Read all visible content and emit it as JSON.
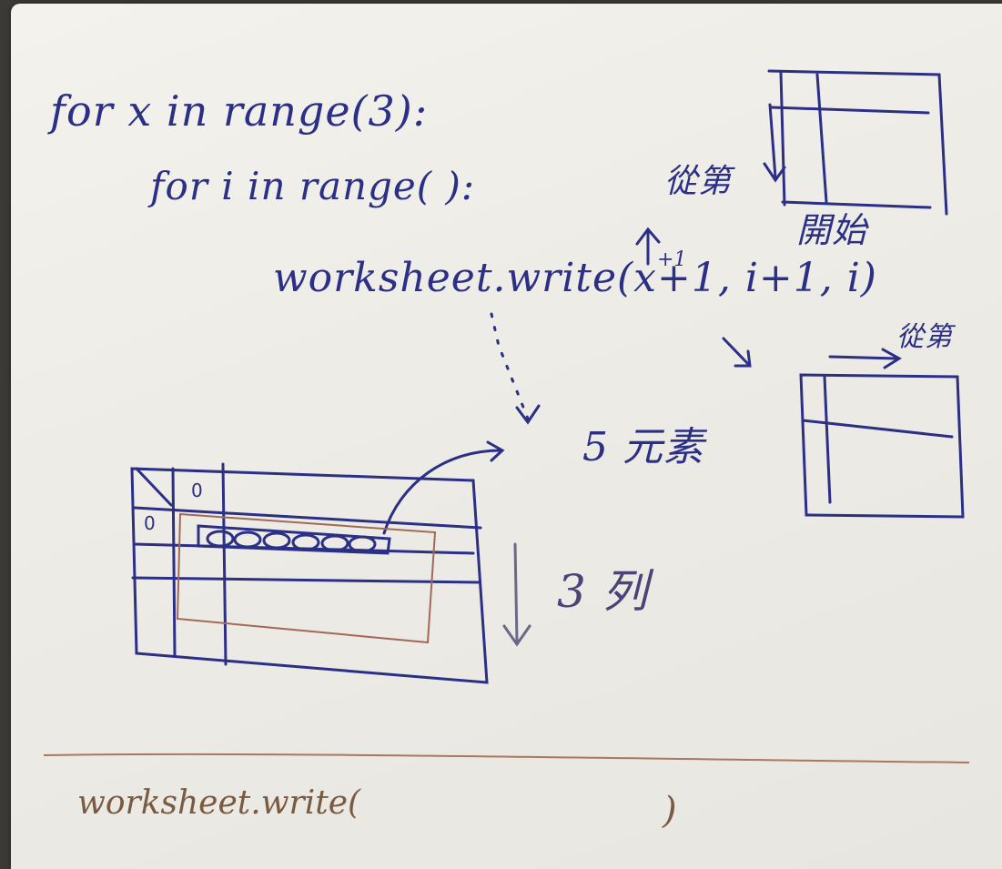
{
  "code": {
    "line1": "for x in range(3):",
    "line2": "for i in range(   ):",
    "line3": "worksheet.write(x+1, i+1, i)"
  },
  "annotations": {
    "superscript": "+1",
    "start_top": "從第",
    "start_bottom": "開始",
    "start_right": "從第",
    "elements": "5 元素",
    "rows": "3 列"
  },
  "grid_labels": {
    "col_header": "0",
    "row_header": "0"
  },
  "footer": {
    "text": "worksheet.write(",
    "close": ")"
  },
  "colors": {
    "ink_blue": "#2b2f86",
    "ink_brown": "#7a5a40",
    "paper": "#f2f0ea"
  }
}
